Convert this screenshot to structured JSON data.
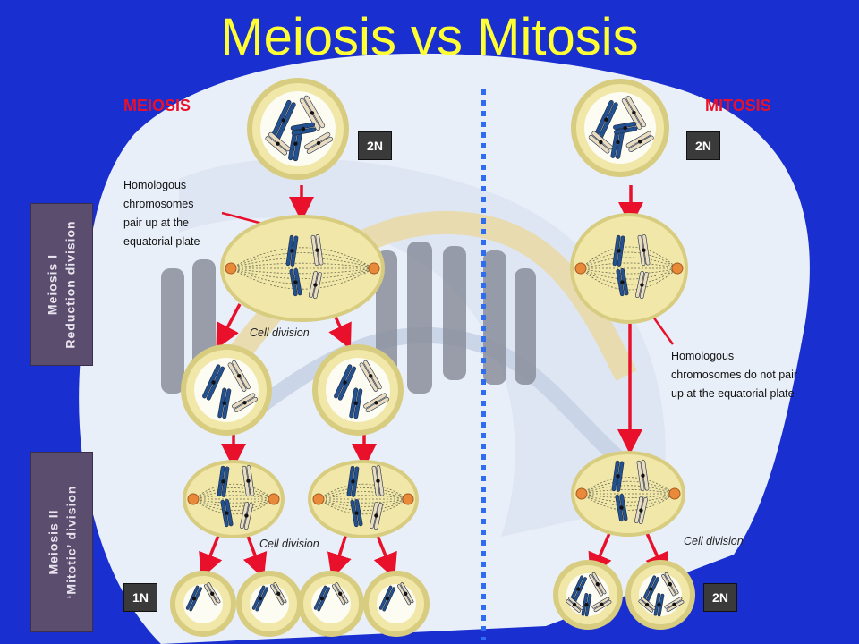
{
  "title": "Meiosis vs Mitosis",
  "left_heading": "MEIOSIS",
  "right_heading": "MITOSIS",
  "badges": {
    "meiosis_top": "2N",
    "mitosis_top": "2N",
    "meiosis_bottom": "1N",
    "mitosis_bottom": "2N"
  },
  "notes": {
    "homologous_pair": [
      "Homologous",
      "chromosomes",
      "pair up at the",
      "equatorial plate"
    ],
    "homologous_not_pair": [
      "Homologous",
      "chromosomes do not pair",
      "up at the equatorial plate"
    ]
  },
  "cell_division_label": "Cell division",
  "side_labels": {
    "meiosis1_line1": "Meiosis I",
    "meiosis1_line2": "Reduction division",
    "meiosis2_line1": "Meiosis II",
    "meiosis2_line2": "‘Mitotic’ division"
  },
  "colors": {
    "background": "#1a2fd0",
    "title": "#ffff33",
    "heading": "#e8102a",
    "arrow": "#e8102a",
    "divider": "#2f6cf0",
    "cell_fill": "#f0e7a8",
    "cell_ring": "#d8cc80",
    "chromosome_dark": "#23508f",
    "chromosome_light": "#eadcc0"
  }
}
